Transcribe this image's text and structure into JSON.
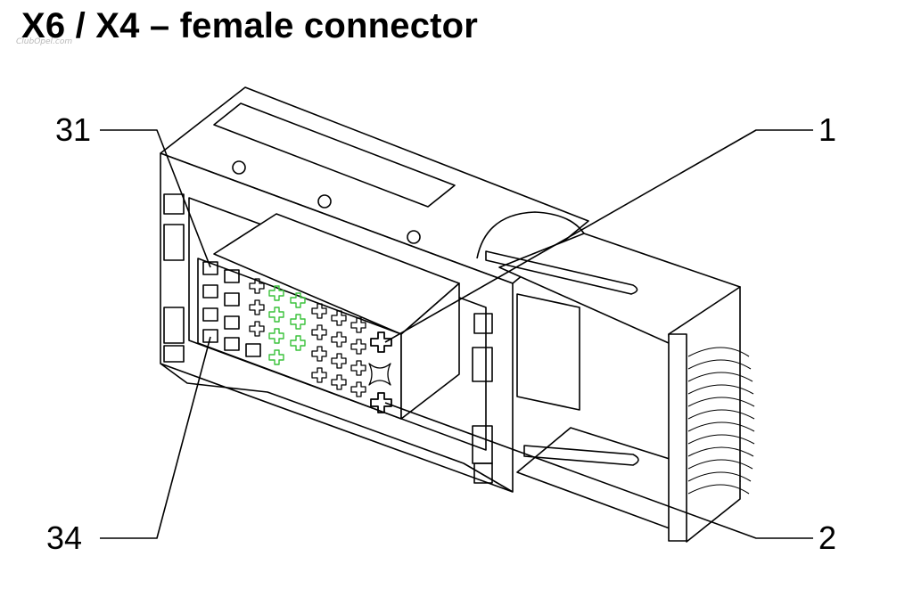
{
  "title": "X6 / X4 – female connector",
  "watermark": "ClubOpel.com",
  "callouts": {
    "c31": "31",
    "c1": "1",
    "c34": "34",
    "c2": "2"
  },
  "colors": {
    "line": "#000000",
    "highlight_pins": "#39c23a",
    "background": "#ffffff"
  }
}
